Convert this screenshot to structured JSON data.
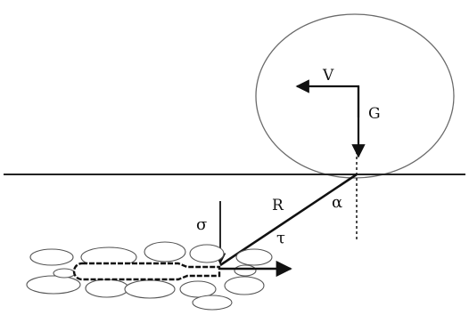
{
  "diagram": {
    "labels": {
      "velocity": "V",
      "weight": "G",
      "resultant": "R",
      "angle": "α",
      "normal_stress": "σ",
      "shear_stress": "τ"
    },
    "colors": {
      "ink": "#111111",
      "wheel_stroke": "#6a6a6a",
      "stone_stroke": "#555555"
    }
  }
}
